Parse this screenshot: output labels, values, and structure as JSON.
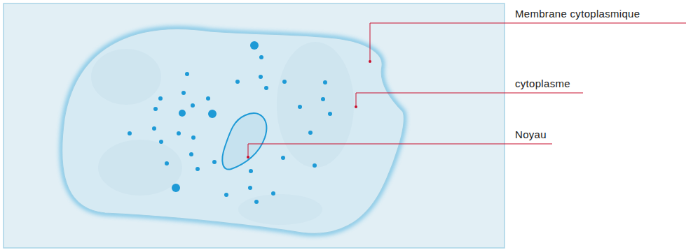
{
  "diagram": {
    "labels": [
      "Membrane cytoplasmique",
      "cytoplasme",
      "Noyau"
    ]
  }
}
